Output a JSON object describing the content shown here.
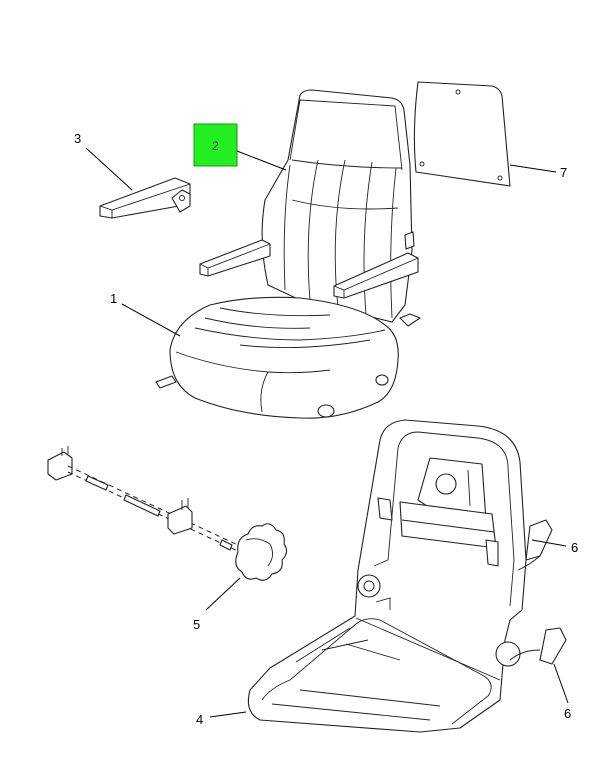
{
  "callouts": {
    "c1": "1",
    "c2": "2",
    "c3": "3",
    "c4": "4",
    "c5": "5",
    "c6a": "6",
    "c6b": "6",
    "c7": "7"
  },
  "colors": {
    "highlight": "#22ee22",
    "line": "#222222"
  }
}
